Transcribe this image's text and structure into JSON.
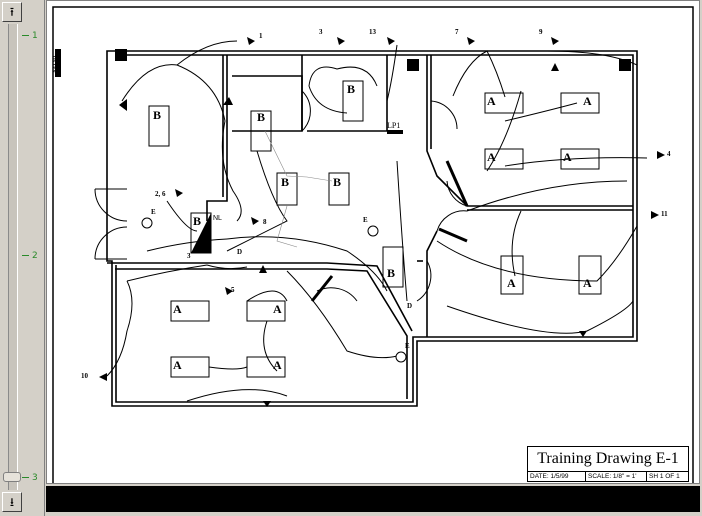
{
  "sidebar": {
    "scroll_up_icon": "arrow-up-icon",
    "scroll_down_icon": "arrow-down-icon",
    "ticks": [
      "1",
      "2",
      "3"
    ]
  },
  "drawing": {
    "panel_label": "MDP",
    "lighting_panel_label": "LP1",
    "night_light_label": "NL",
    "fixture_labels": {
      "a": "A",
      "b": "B",
      "d": "D",
      "e": "E"
    },
    "circuit_labels": [
      "1",
      "3",
      "13",
      "7",
      "9",
      "4",
      "11",
      "2, 6",
      "8",
      "3",
      "5",
      "10"
    ],
    "title_block": {
      "title": "Training Drawing E-1",
      "date": "DATE: 1/5/99",
      "scale": "SCALE: 1/8\" = 1'",
      "sheet": "SH 1 OF 1"
    }
  },
  "colors": {
    "ruler_tick": "#2a8a2a",
    "chrome": "#d4d0c8",
    "bottom_bar": "#000000"
  }
}
